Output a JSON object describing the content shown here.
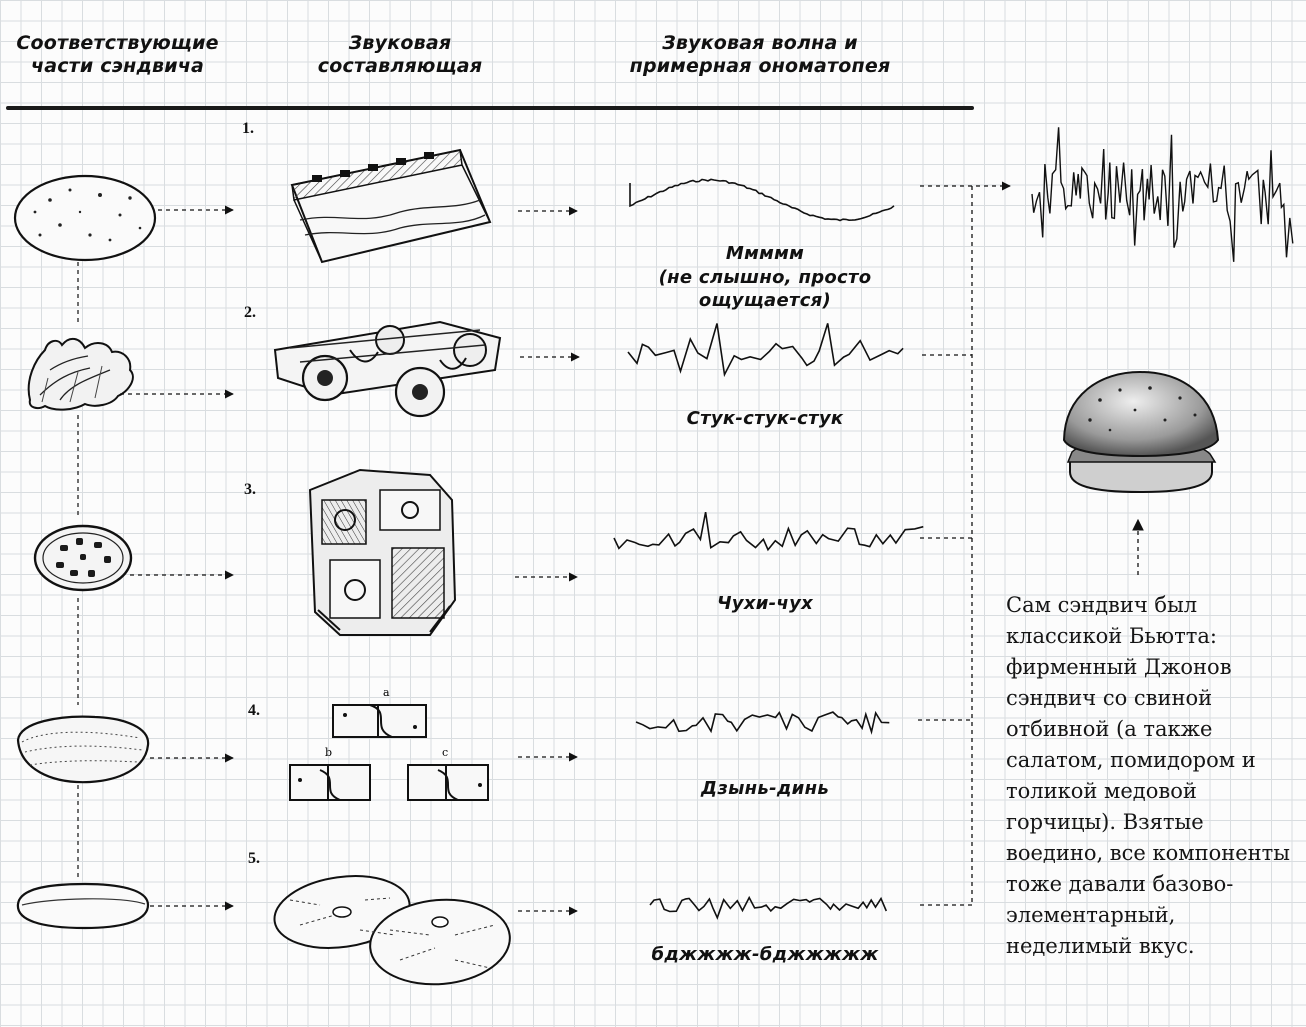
{
  "headers": {
    "parts": "Соответствующие части сэндвича",
    "component": "Звуковая составляющая",
    "wave": "Звуковая волна и примерная ономатопея"
  },
  "rows": [
    {
      "number": "1.",
      "onomatopoeia": "Ммммм",
      "note": "(не слышно, просто ощущается)"
    },
    {
      "number": "2.",
      "onomatopoeia": "Стук-стук-стук"
    },
    {
      "number": "3.",
      "onomatopoeia": "Чухи-чух"
    },
    {
      "number": "4.",
      "onomatopoeia": "Дзынь-динь"
    },
    {
      "number": "5.",
      "onomatopoeia": "бджжжж-бджжжжж"
    }
  ],
  "hinge_labels": [
    "a",
    "b",
    "c"
  ],
  "description": "Сам сэндвич был классикой Бьютта: фирменный Джонов сэндвич со свиной отбивной (а также салатом, помидором и толикой медовой горчицы). Взятые воедино, все компоненты тоже давали базово-элементарный, неделимый вкус."
}
